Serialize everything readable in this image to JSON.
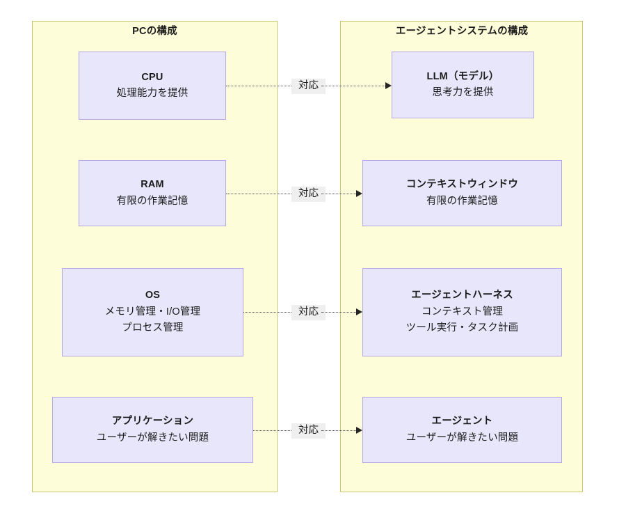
{
  "diagram": {
    "title_left": "PCの構成",
    "title_right": "エージェントシステムの構成",
    "colors": {
      "container_fill": "#fdfdd9",
      "container_border": "#c9c96d",
      "node_fill": "#e8e6fb",
      "node_border": "#b6a6e6",
      "edge": "#4a4a4a",
      "edge_label_bg": "#efefef",
      "text": "#1b1b1b",
      "page_bg": "#ffffff"
    },
    "left_nodes": [
      {
        "title": "CPU",
        "lines": [
          "処理能力を提供"
        ]
      },
      {
        "title": "RAM",
        "lines": [
          "有限の作業記憶"
        ]
      },
      {
        "title": "OS",
        "lines": [
          "メモリ管理・I/O管理",
          "プロセス管理"
        ]
      },
      {
        "title": "アプリケーション",
        "lines": [
          "ユーザーが解きたい問題"
        ]
      }
    ],
    "right_nodes": [
      {
        "title": "LLM（モデル）",
        "lines": [
          "思考力を提供"
        ]
      },
      {
        "title": "コンテキストウィンドウ",
        "lines": [
          "有限の作業記憶"
        ]
      },
      {
        "title": "エージェントハーネス",
        "lines": [
          "コンテキスト管理",
          "ツール実行・タスク計画"
        ]
      },
      {
        "title": "エージェント",
        "lines": [
          "ユーザーが解きたい問題"
        ]
      }
    ],
    "edge_labels": [
      "対応",
      "対応",
      "対応",
      "対応"
    ]
  }
}
